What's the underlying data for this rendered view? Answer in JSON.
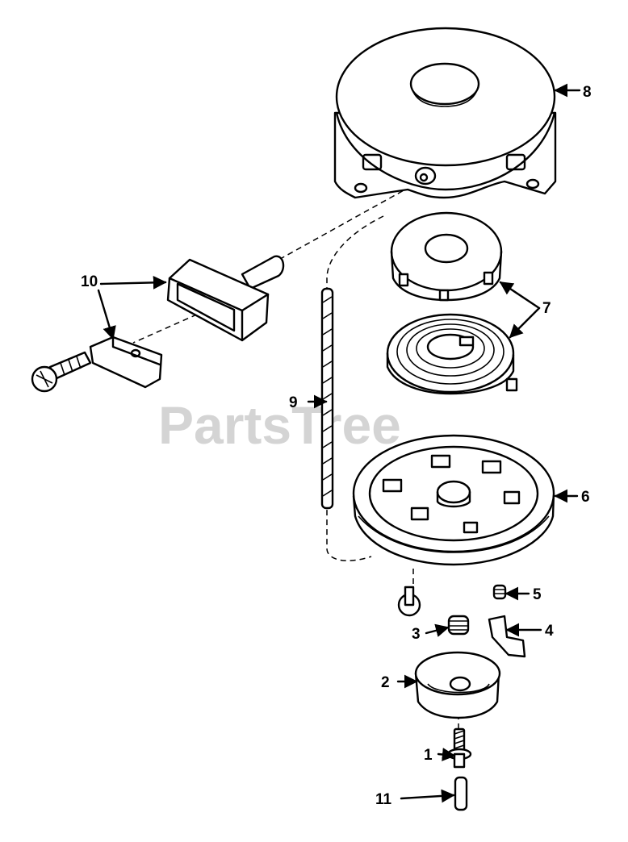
{
  "watermark": "PartsTree",
  "callouts": {
    "c1": "1",
    "c2": "2",
    "c3": "3",
    "c4": "4",
    "c5": "5",
    "c6": "6",
    "c7": "7",
    "c8": "8",
    "c9": "9",
    "c10": "10",
    "c11": "11"
  }
}
